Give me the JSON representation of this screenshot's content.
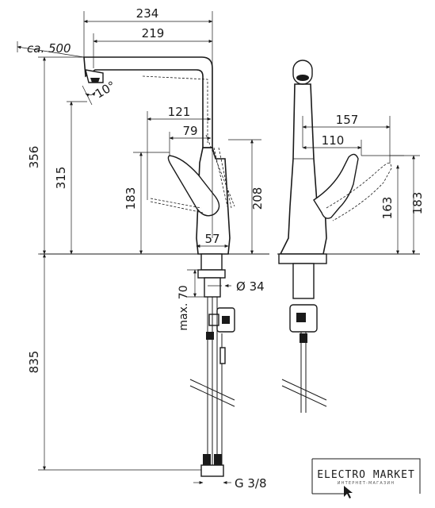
{
  "dimensions": {
    "d234": "234",
    "d219": "219",
    "ca500": "ca. 500",
    "angle10": "10°",
    "d356": "356",
    "d315": "315",
    "d121": "121",
    "d79": "79",
    "d183_left": "183",
    "d208": "208",
    "d57": "57",
    "max70": "max. 70",
    "dia34": "Ø 34",
    "d835": "835",
    "g38": "G 3/8",
    "d157": "157",
    "d110": "110",
    "d163": "163",
    "d183_right": "183"
  },
  "logo": {
    "name": "ELECTRO MARKET",
    "tagline": "ИНТЕРНЕТ-МАГАЗИН"
  }
}
